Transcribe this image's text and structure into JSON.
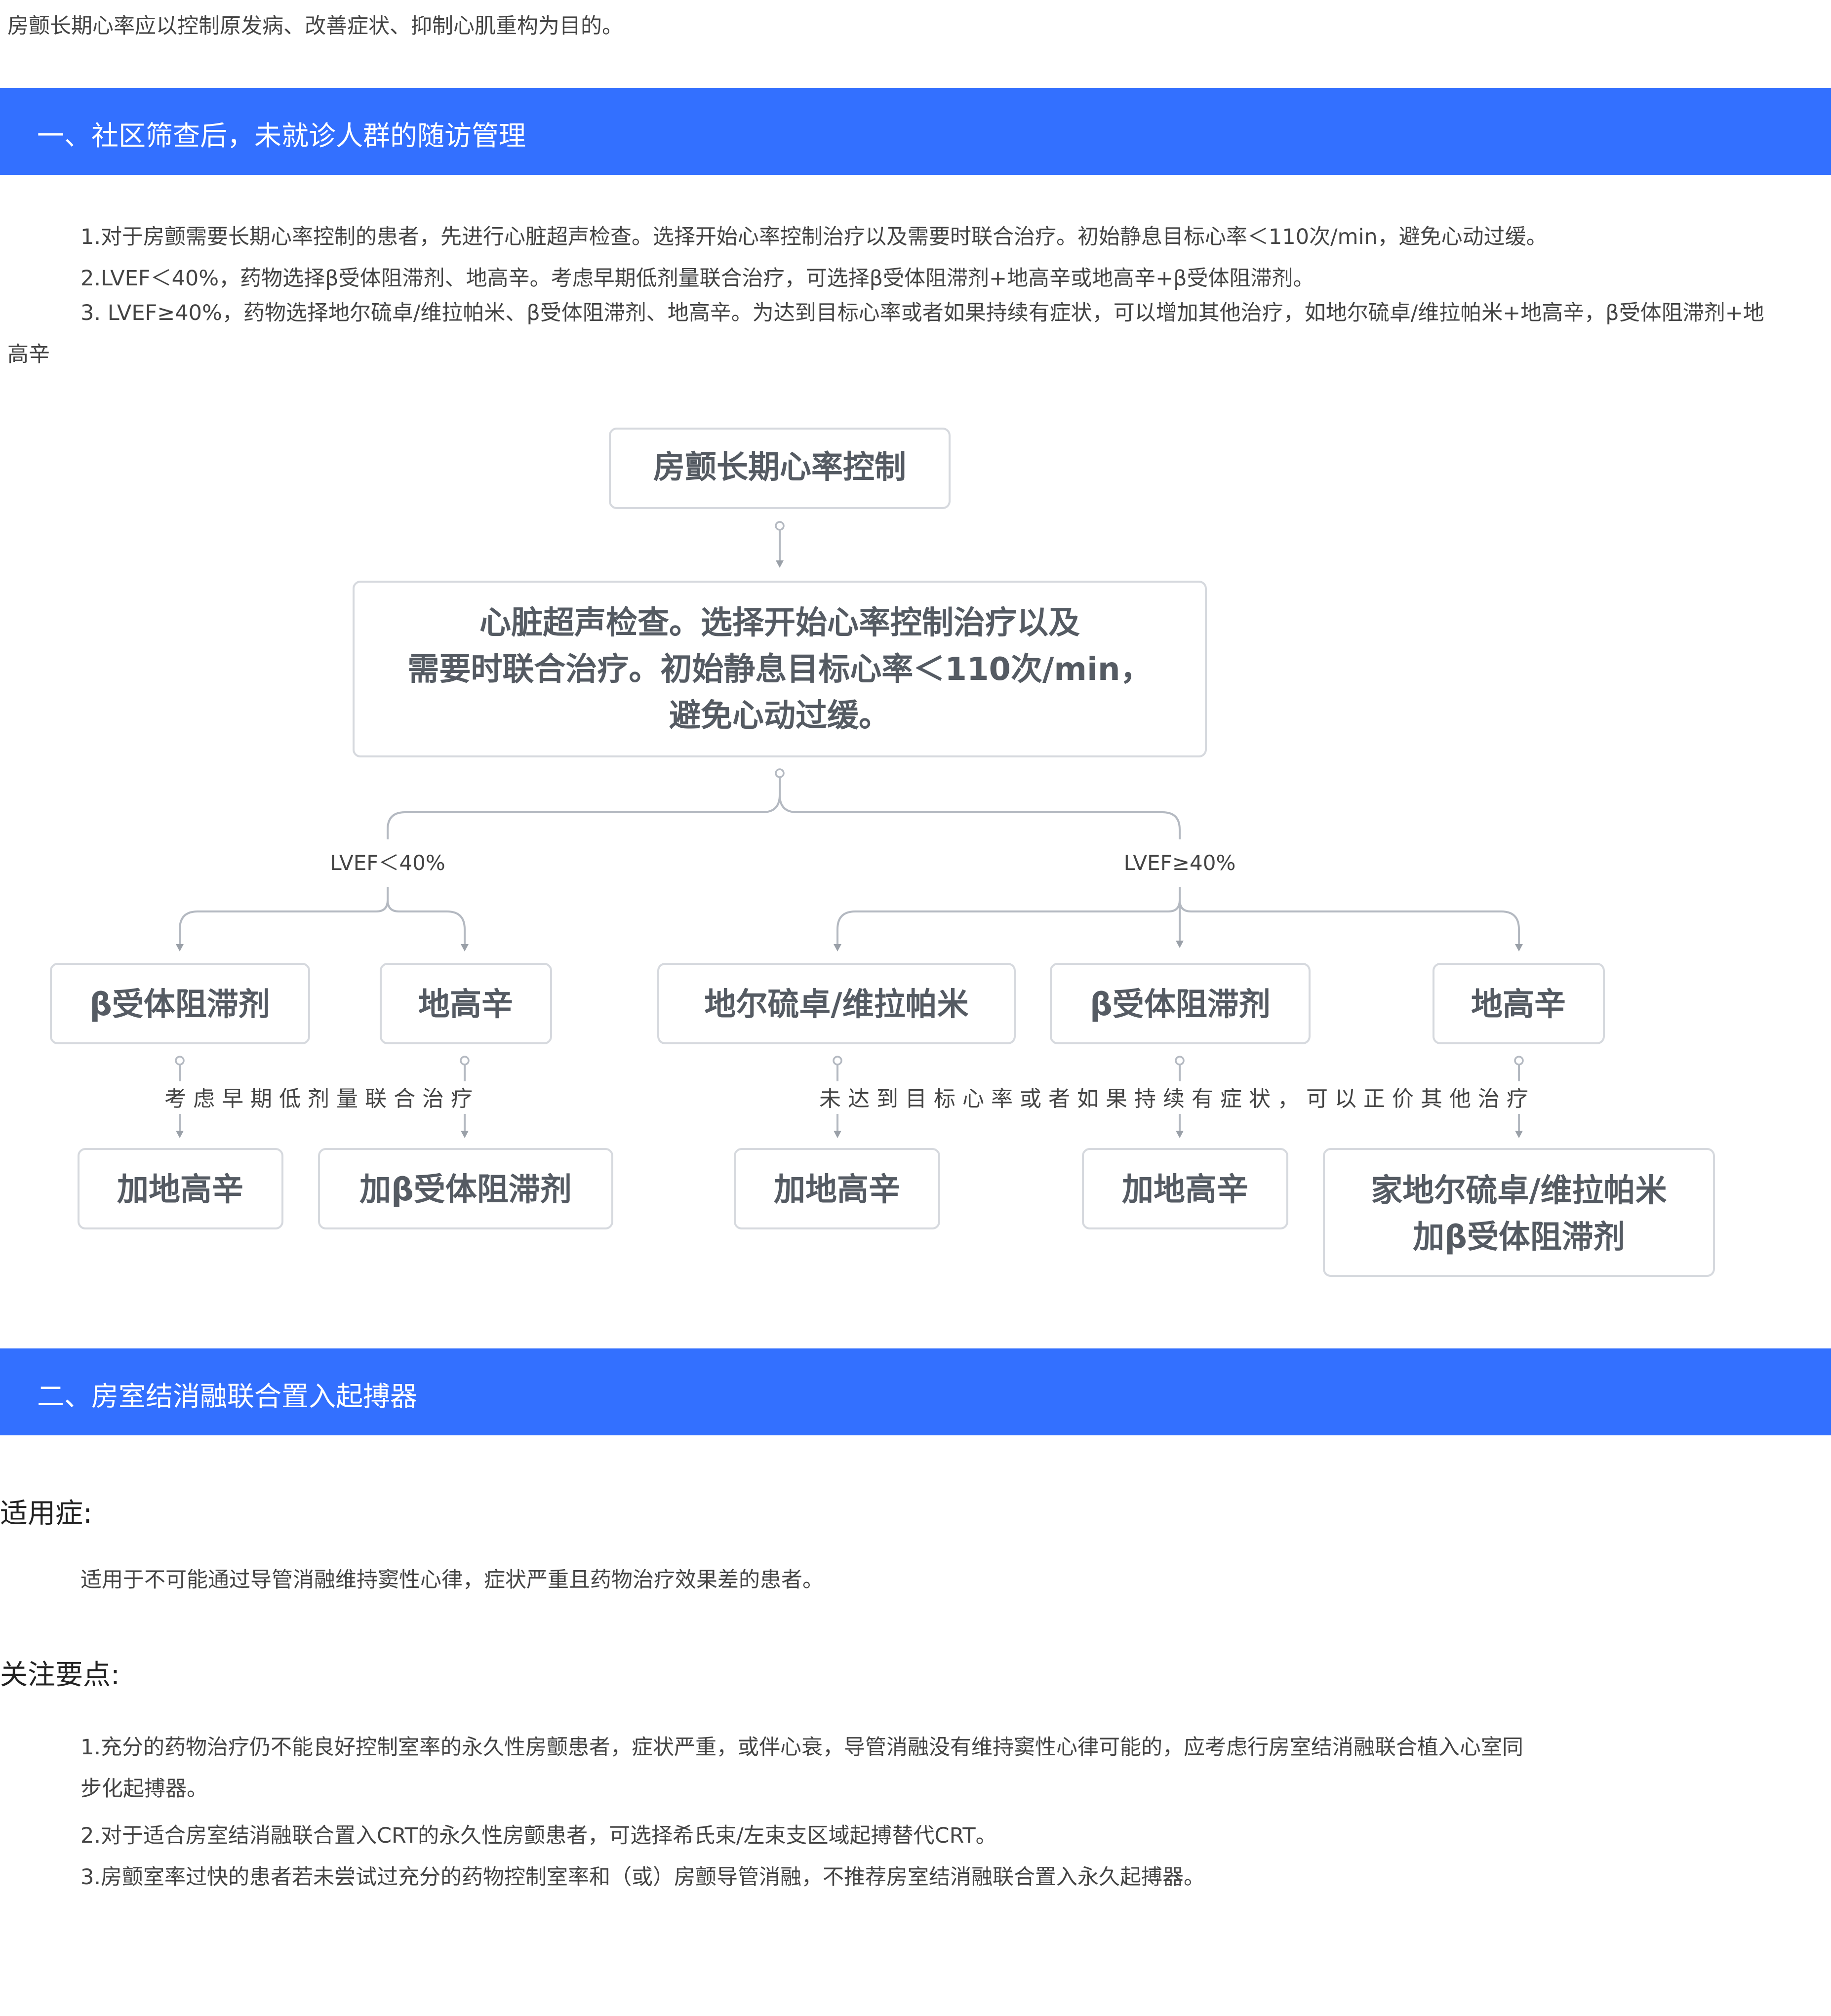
{
  "intro": "房颤长期心率应以控制原发病、改善症状、抑制心肌重构为目的。",
  "section1": {
    "title": "一、社区筛查后，未就诊人群的随访管理",
    "p1": "1.对于房颤需要长期心率控制的患者，先进行心脏超声检查。选择开始心率控制治疗以及需要时联合治疗。初始静息目标心率＜110次/min，避免心动过缓。",
    "p2": "2.LVEF＜40%，药物选择β受体阻滞剂、地高辛。考虑早期低剂量联合治疗，可选择β受体阻滞剂+地高辛或地高辛+β受体阻滞剂。",
    "p3": "3. LVEF≥40%，药物选择地尔硫卓/维拉帕米、β受体阻滞剂、地高辛。为达到目标心率或者如果持续有症状，可以增加其他治疗，如地尔硫卓/维拉帕米+地高辛，β受体阻滞剂+地高辛"
  },
  "flowchart": {
    "root": "房颤长期心率控制",
    "step_lines": [
      "心脏超声检查。选择开始心率控制治疗以及",
      "需要时联合治疗。初始静息目标心率＜110次/min，",
      "避免心动过缓。"
    ],
    "branch_left": "LVEF＜40%",
    "branch_right": "LVEF≥40%",
    "left_drugs": [
      "β受体阻滞剂",
      "地高辛"
    ],
    "left_note": "考虑早期低剂量联合治疗",
    "left_combos": [
      "加地高辛",
      "加β受体阻滞剂"
    ],
    "right_drugs": [
      "地尔硫卓/维拉帕米",
      "β受体阻滞剂",
      "地高辛"
    ],
    "right_note": "未达到目标心率或者如果持续有症状，可以正价其他治疗",
    "right_combos": [
      "加地高辛",
      "加地高辛"
    ],
    "right_combo3_lines": [
      "家地尔硫卓/维拉帕米",
      "加β受体阻滞剂"
    ]
  },
  "section2": {
    "title": "二、房室结消融联合置入起搏器",
    "indication_heading": "适用症:",
    "indication_text": "适用于不可能通过导管消融维持窦性心律，症状严重且药物治疗效果差的患者。",
    "keypoints_heading": "关注要点:",
    "k1": "1.充分的药物治疗仍不能良好控制室率的永久性房颤患者，症状严重，或伴心衰，导管消融没有维持窦性心律可能的，应考虑行房室结消融联合植入心室同步化起搏器。",
    "k2": "2.对于适合房室结消融联合置入CRT的永久性房颤患者，可选择希氏束/左束支区域起搏替代CRT。",
    "k3": "3.房颤室率过快的患者若未尝试过充分的药物控制室率和（或）房颤导管消融，不推荐房室结消融联合置入永久起搏器。"
  }
}
